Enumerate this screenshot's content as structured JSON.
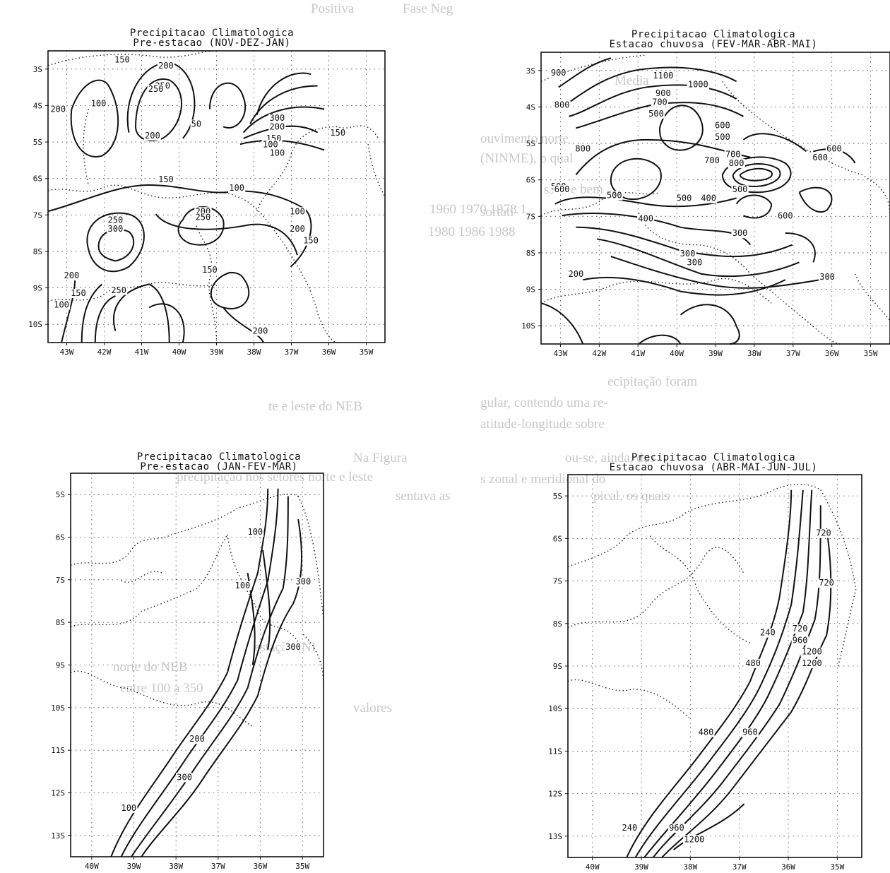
{
  "bleed_text": [
    "Positiva",
    "Fase Neg",
    "Media",
    "ouvimento norte",
    "(NINME), o qual",
    "ssente bem",
    "1960 1970 1978 1",
    "1980 1986 1988",
    "sortati-",
    "ecipitação foram",
    "gular, contendo uma re-",
    "atitude-longitude sobre",
    "te e leste do NEB",
    "Na Figura",
    "precipitação nos setores norte e leste",
    "ou-se, ainda, dos",
    "s zonal e meridional do",
    "sentava as",
    "pical, os quais",
    "estação (NI",
    "norte do NEB",
    "entre 100 a 350",
    "valores"
  ],
  "panels": [
    {
      "title_line1": "Precipitacao Climatologica",
      "title_line2": "Pre-estacao (NOV-DEZ-JAN)",
      "chart_data": {
        "type": "contour-map",
        "variable": "Precipitacao Climatologica",
        "period": "NOV-DEZ-JAN",
        "lon_range": [
          -43.5,
          -34.5
        ],
        "lat_range": [
          -10.5,
          -2.5
        ],
        "x_ticks": [
          "43W",
          "42W",
          "41W",
          "40W",
          "39W",
          "38W",
          "37W",
          "36W",
          "35W"
        ],
        "y_ticks": [
          "3S",
          "4S",
          "5S",
          "6S",
          "7S",
          "8S",
          "9S",
          "10S"
        ],
        "contour_levels": [
          50,
          100,
          150,
          200,
          250,
          300
        ],
        "contour_labels": [
          "150",
          "200",
          "250",
          "100",
          "200",
          "50",
          "150",
          "300",
          "250",
          "200",
          "150",
          "100",
          "200",
          "100",
          "150",
          "100",
          "250",
          "300",
          "200",
          "250",
          "100",
          "200",
          "150",
          "200",
          "150",
          "100",
          "250",
          "150",
          "200"
        ]
      }
    },
    {
      "title_line1": "Precipitacao Climatologica",
      "title_line2": "Estacao chuvosa (FEV-MAR-ABR-MAI)",
      "chart_data": {
        "type": "contour-map",
        "variable": "Precipitacao Climatologica",
        "period": "FEV-MAR-ABR-MAI",
        "lon_range": [
          -43.5,
          -34.5
        ],
        "lat_range": [
          -10.5,
          -2.5
        ],
        "x_ticks": [
          "43W",
          "42W",
          "41W",
          "40W",
          "39W",
          "38W",
          "37W",
          "36W",
          "35W"
        ],
        "y_ticks": [
          "3S",
          "4S",
          "5S",
          "6S",
          "7S",
          "8S",
          "9S",
          "10S"
        ],
        "contour_levels": [
          200,
          300,
          400,
          500,
          600,
          700,
          800,
          900,
          1000,
          1100
        ],
        "contour_labels": [
          "900",
          "1100",
          "1000",
          "800",
          "900",
          "700",
          "500",
          "600",
          "500",
          "700",
          "600",
          "600",
          "700",
          "800",
          "800",
          "500",
          "600",
          "500",
          "500",
          "500",
          "400",
          "600",
          "400",
          "300",
          "300",
          "300",
          "200",
          "300"
        ]
      }
    },
    {
      "title_line1": "Precipitacao Climatologica",
      "title_line2": "Pre-estacao (JAN-FEV-MAR)",
      "chart_data": {
        "type": "contour-map",
        "variable": "Precipitacao Climatologica",
        "period": "JAN-FEV-MAR",
        "lon_range": [
          -40.5,
          -34.5
        ],
        "lat_range": [
          -13.5,
          -4.5
        ],
        "x_ticks": [
          "40W",
          "39W",
          "38W",
          "37W",
          "36W",
          "35W"
        ],
        "y_ticks": [
          "5S",
          "6S",
          "7S",
          "8S",
          "9S",
          "10S",
          "11S",
          "12S",
          "13S"
        ],
        "contour_levels": [
          100,
          200,
          300
        ],
        "contour_labels": [
          "100",
          "100",
          "300",
          "300",
          "200",
          "100",
          "300"
        ]
      }
    },
    {
      "title_line1": "Precipitacao Climatologica",
      "title_line2": "Estacao chuvosa (ABR-MAI-JUN-JUL)",
      "chart_data": {
        "type": "contour-map",
        "variable": "Precipitacao Climatologica",
        "period": "ABR-MAI-JUN-JUL",
        "lon_range": [
          -40.5,
          -34.5
        ],
        "lat_range": [
          -13.5,
          -4.5
        ],
        "x_ticks": [
          "40W",
          "39W",
          "38W",
          "37W",
          "36W",
          "35W"
        ],
        "y_ticks": [
          "5S",
          "6S",
          "7S",
          "8S",
          "9S",
          "10S",
          "11S",
          "12S",
          "13S"
        ],
        "contour_levels": [
          240,
          480,
          720,
          960,
          1200
        ],
        "contour_labels": [
          "720",
          "720",
          "240",
          "480",
          "720",
          "960",
          "1200",
          "1200",
          "480",
          "960",
          "240",
          "960",
          "1200"
        ]
      }
    }
  ]
}
